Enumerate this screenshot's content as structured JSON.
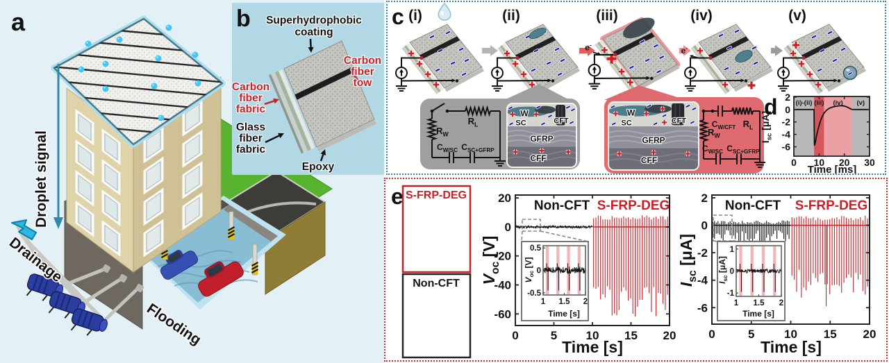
{
  "colors": {
    "accent_red": "#c62227",
    "minus_blue": "#1c1cb5",
    "panel_a_bg": "#e3f1f6",
    "panel_b_bg": "#b2d8e5",
    "c_border": "#2e86a8",
    "e_border": "#cc2a2a",
    "gray_callout": "#9f9f9f",
    "red_callout": "#df6a6f"
  },
  "panel_a": {
    "label": "a",
    "droplet_signal": "Droplet signal",
    "drainage": "Drainage",
    "flooding": "Flooding"
  },
  "panel_b": {
    "label": "b",
    "coating_l1": "Superhydrophobic",
    "coating_l2": "coating",
    "tow_l1": "Carbon",
    "tow_l2": "fiber",
    "tow_l3": "tow",
    "cfabric_l1": "Carbon",
    "cfabric_l2": "fiber",
    "cfabric_l3": "fabric",
    "gfabric_l1": "Glass",
    "gfabric_l2": "fiber",
    "gfabric_l3": "fabric",
    "epoxy": "Epoxy"
  },
  "panel_c": {
    "label": "c",
    "stages": [
      "(i)",
      "(ii)",
      "(iii)",
      "(iv)",
      "(v)"
    ],
    "electron": {
      "pre": "e",
      "sup": "-"
    },
    "cross_section": {
      "w": "W",
      "sc": "SC",
      "cft": "CFT",
      "gfrp": "GFRP",
      "cff": "CFF"
    },
    "components": {
      "rw": {
        "pre": "R",
        "sub": "W"
      },
      "rl": {
        "pre": "R",
        "sub": "L"
      },
      "cwsc": {
        "pre": "C",
        "sub": "W/SC"
      },
      "cscgfrp": {
        "pre": "C",
        "sub": "SC+GFRP"
      },
      "cwcft": {
        "pre": "C",
        "sub": "W/CFT"
      }
    }
  },
  "panel_d": {
    "label": "d"
  },
  "panel_e": {
    "label": "e",
    "sample_red": "S-FRP-DEG",
    "sample_black": "Non-CFT"
  },
  "chart_data": [
    {
      "id": "panel-d-isc-transient",
      "type": "line",
      "xlabel": "Time [ms]",
      "ylabel": {
        "pre": "I",
        "sub": "sc",
        "post": " [μA]"
      },
      "xlim": [
        0,
        30
      ],
      "ylim": [
        -7.5,
        2.1
      ],
      "xticks": [
        0,
        10,
        20,
        30
      ],
      "yticks": [
        2,
        0,
        -2,
        -4,
        -6
      ],
      "zones": [
        {
          "label": "(i)-(ii)",
          "from": 0,
          "to": 8,
          "color": "#b9b9b9"
        },
        {
          "label": "(iii)",
          "from": 8,
          "to": 12,
          "color": "#d4575c"
        },
        {
          "label": "(iv)",
          "from": 12,
          "to": 23,
          "color": "#eba0a3"
        },
        {
          "label": "(v)",
          "from": 23,
          "to": 30,
          "color": "#b9b9b9"
        }
      ],
      "series": [
        {
          "name": "Isc",
          "color": "#111111",
          "points": [
            [
              0,
              0
            ],
            [
              8,
              0
            ],
            [
              8.15,
              -5.8
            ],
            [
              8.5,
              -5.3
            ],
            [
              9,
              -4.2
            ],
            [
              9.7,
              -3.0
            ],
            [
              10.5,
              -1.9
            ],
            [
              11.3,
              -1.1
            ],
            [
              12,
              -0.55
            ],
            [
              13,
              -0.1
            ],
            [
              14,
              0.2
            ],
            [
              15.5,
              0.42
            ],
            [
              17,
              0.55
            ],
            [
              18.5,
              0.62
            ],
            [
              19.5,
              0.6
            ],
            [
              20.5,
              0.5
            ],
            [
              21.5,
              0.32
            ],
            [
              22.3,
              0.15
            ],
            [
              23,
              0.02
            ],
            [
              24,
              0
            ],
            [
              30,
              0
            ]
          ]
        }
      ]
    },
    {
      "id": "panel-e-voc",
      "type": "line",
      "xlabel": "Time [s]",
      "ylabel": {
        "pre": "V",
        "sub": "oc",
        "post": " [V]"
      },
      "xlim": [
        0,
        20
      ],
      "ylim": [
        -68,
        22
      ],
      "xticks": [
        0,
        5,
        10,
        15,
        20
      ],
      "yticks": [
        20,
        0,
        -20,
        -40,
        -60
      ],
      "series": [
        {
          "name": "Non-CFT",
          "color": "#111111",
          "style": "noise",
          "t": [
            0,
            10
          ],
          "baseline": 0,
          "noise_amp": 0.8
        },
        {
          "name": "S-FRP-DEG",
          "color": "#cc2027",
          "style": "spikes",
          "t": [
            10,
            20
          ],
          "period": 0.3,
          "peak_range": [
            5,
            8
          ],
          "trough_range": [
            -62,
            -40
          ]
        }
      ],
      "inset": {
        "xlabel": "Time [s]",
        "ylabel": {
          "pre": "V",
          "sub": "oc",
          "post": " [V]"
        },
        "xlim": [
          1,
          2
        ],
        "ylim": [
          -0.55,
          0.55
        ],
        "xticks": [
          1,
          1.5,
          2
        ],
        "yticks": [
          0.5,
          0,
          -0.5
        ],
        "stripe_times": [
          1.1,
          1.35,
          1.6,
          1.85
        ],
        "stripe_color": "#f3b6b8",
        "noise_amp": 0.07,
        "spike_depth": -0.45
      }
    },
    {
      "id": "panel-e-isc",
      "type": "line",
      "xlabel": "Time [s]",
      "ylabel": {
        "pre": "I",
        "sub": "sc",
        "post": " [μA]"
      },
      "xlim": [
        0,
        20
      ],
      "ylim": [
        -7.2,
        2.2
      ],
      "xticks": [
        0,
        5,
        10,
        15,
        20
      ],
      "yticks": [
        2,
        0,
        -2,
        -4,
        -6
      ],
      "series": [
        {
          "name": "Non-CFT",
          "color": "#111111",
          "style": "spikes",
          "t": [
            0,
            10
          ],
          "period": 0.22,
          "peak_range": [
            0.1,
            0.35
          ],
          "trough_range": [
            -1.3,
            -0.3
          ]
        },
        {
          "name": "S-FRP-DEG",
          "color": "#cc2027",
          "style": "spikes",
          "t": [
            10,
            20
          ],
          "period": 0.3,
          "peak_range": [
            0.35,
            0.7
          ],
          "trough_range": [
            -5.3,
            -3.2
          ],
          "outlier": {
            "t": 14.5,
            "v": -5.9
          }
        }
      ],
      "inset": {
        "xlabel": "Time [s]",
        "ylabel": {
          "pre": "I",
          "sub": "sc",
          "post": " [μA]"
        },
        "xlim": [
          1,
          2
        ],
        "ylim": [
          -1.15,
          1.15
        ],
        "xticks": [
          1,
          1.5,
          2
        ],
        "yticks": [
          1,
          0,
          -1
        ],
        "stripe_times": [
          1.1,
          1.35,
          1.6,
          1.85
        ],
        "stripe_color": "#f3b6b8",
        "noise_amp": 0.09,
        "spike_depth": -0.95
      }
    }
  ]
}
